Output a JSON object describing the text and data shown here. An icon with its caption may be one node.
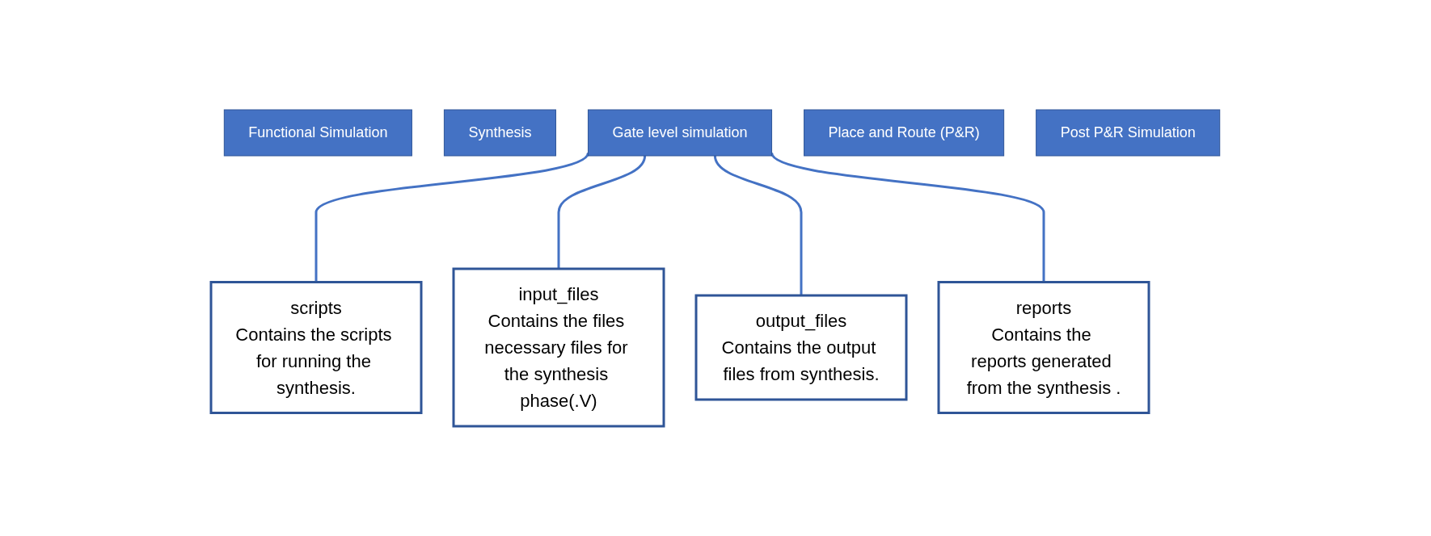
{
  "diagram": {
    "nodes": [
      {
        "text": [
          "Functional Simulation"
        ]
      },
      {
        "text": [
          "Synthesis"
        ]
      },
      {
        "text": [
          "Gate level simulation"
        ]
      },
      {
        "text": [
          "Place and Route (P&R)"
        ]
      },
      {
        "text": [
          "Post P&R Simulation"
        ]
      },
      {
        "text": [
          "scripts",
          "Contains the scripts for running the synthesis."
        ]
      },
      {
        "text": [
          "input_files",
          "Contains the files necessary files for the synthesis phase(.V)"
        ]
      },
      {
        "text": [
          "output_files",
          "Contains the output files from synthesis."
        ]
      },
      {
        "text": [
          "reports",
          "Contains the reports generated from the synthesis ."
        ]
      }
    ],
    "edges": [
      {
        "from": 2,
        "to": 5,
        "arrow": "none"
      },
      {
        "from": 2,
        "to": 6,
        "arrow": "none"
      },
      {
        "from": 2,
        "to": 7,
        "arrow": "none"
      },
      {
        "from": 2,
        "to": 8,
        "arrow": "none"
      }
    ]
  }
}
